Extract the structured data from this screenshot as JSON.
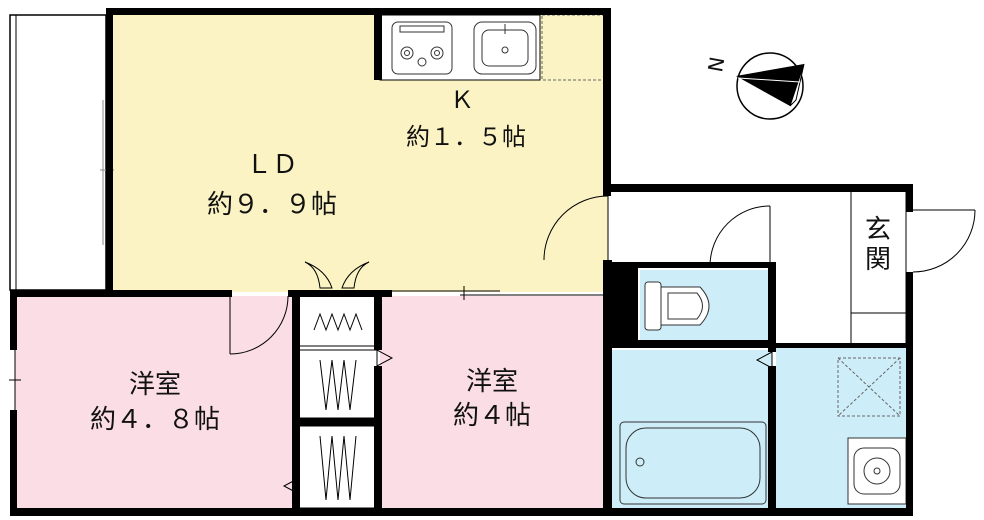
{
  "rooms": {
    "ld": {
      "name": "ＬＤ",
      "size": "約９．９帖",
      "color": "#fbf3c3"
    },
    "kitchen": {
      "name": "Ｋ",
      "size": "約１．５帖"
    },
    "western1": {
      "name": "洋室",
      "size": "約４．８帖",
      "color": "#fbdde6"
    },
    "western2": {
      "name": "洋室",
      "size": "約４帖",
      "color": "#fbdde6"
    },
    "entrance": {
      "name": "玄関"
    }
  },
  "wet_area_color": "#cdeef9",
  "compass": {
    "label": "N"
  }
}
